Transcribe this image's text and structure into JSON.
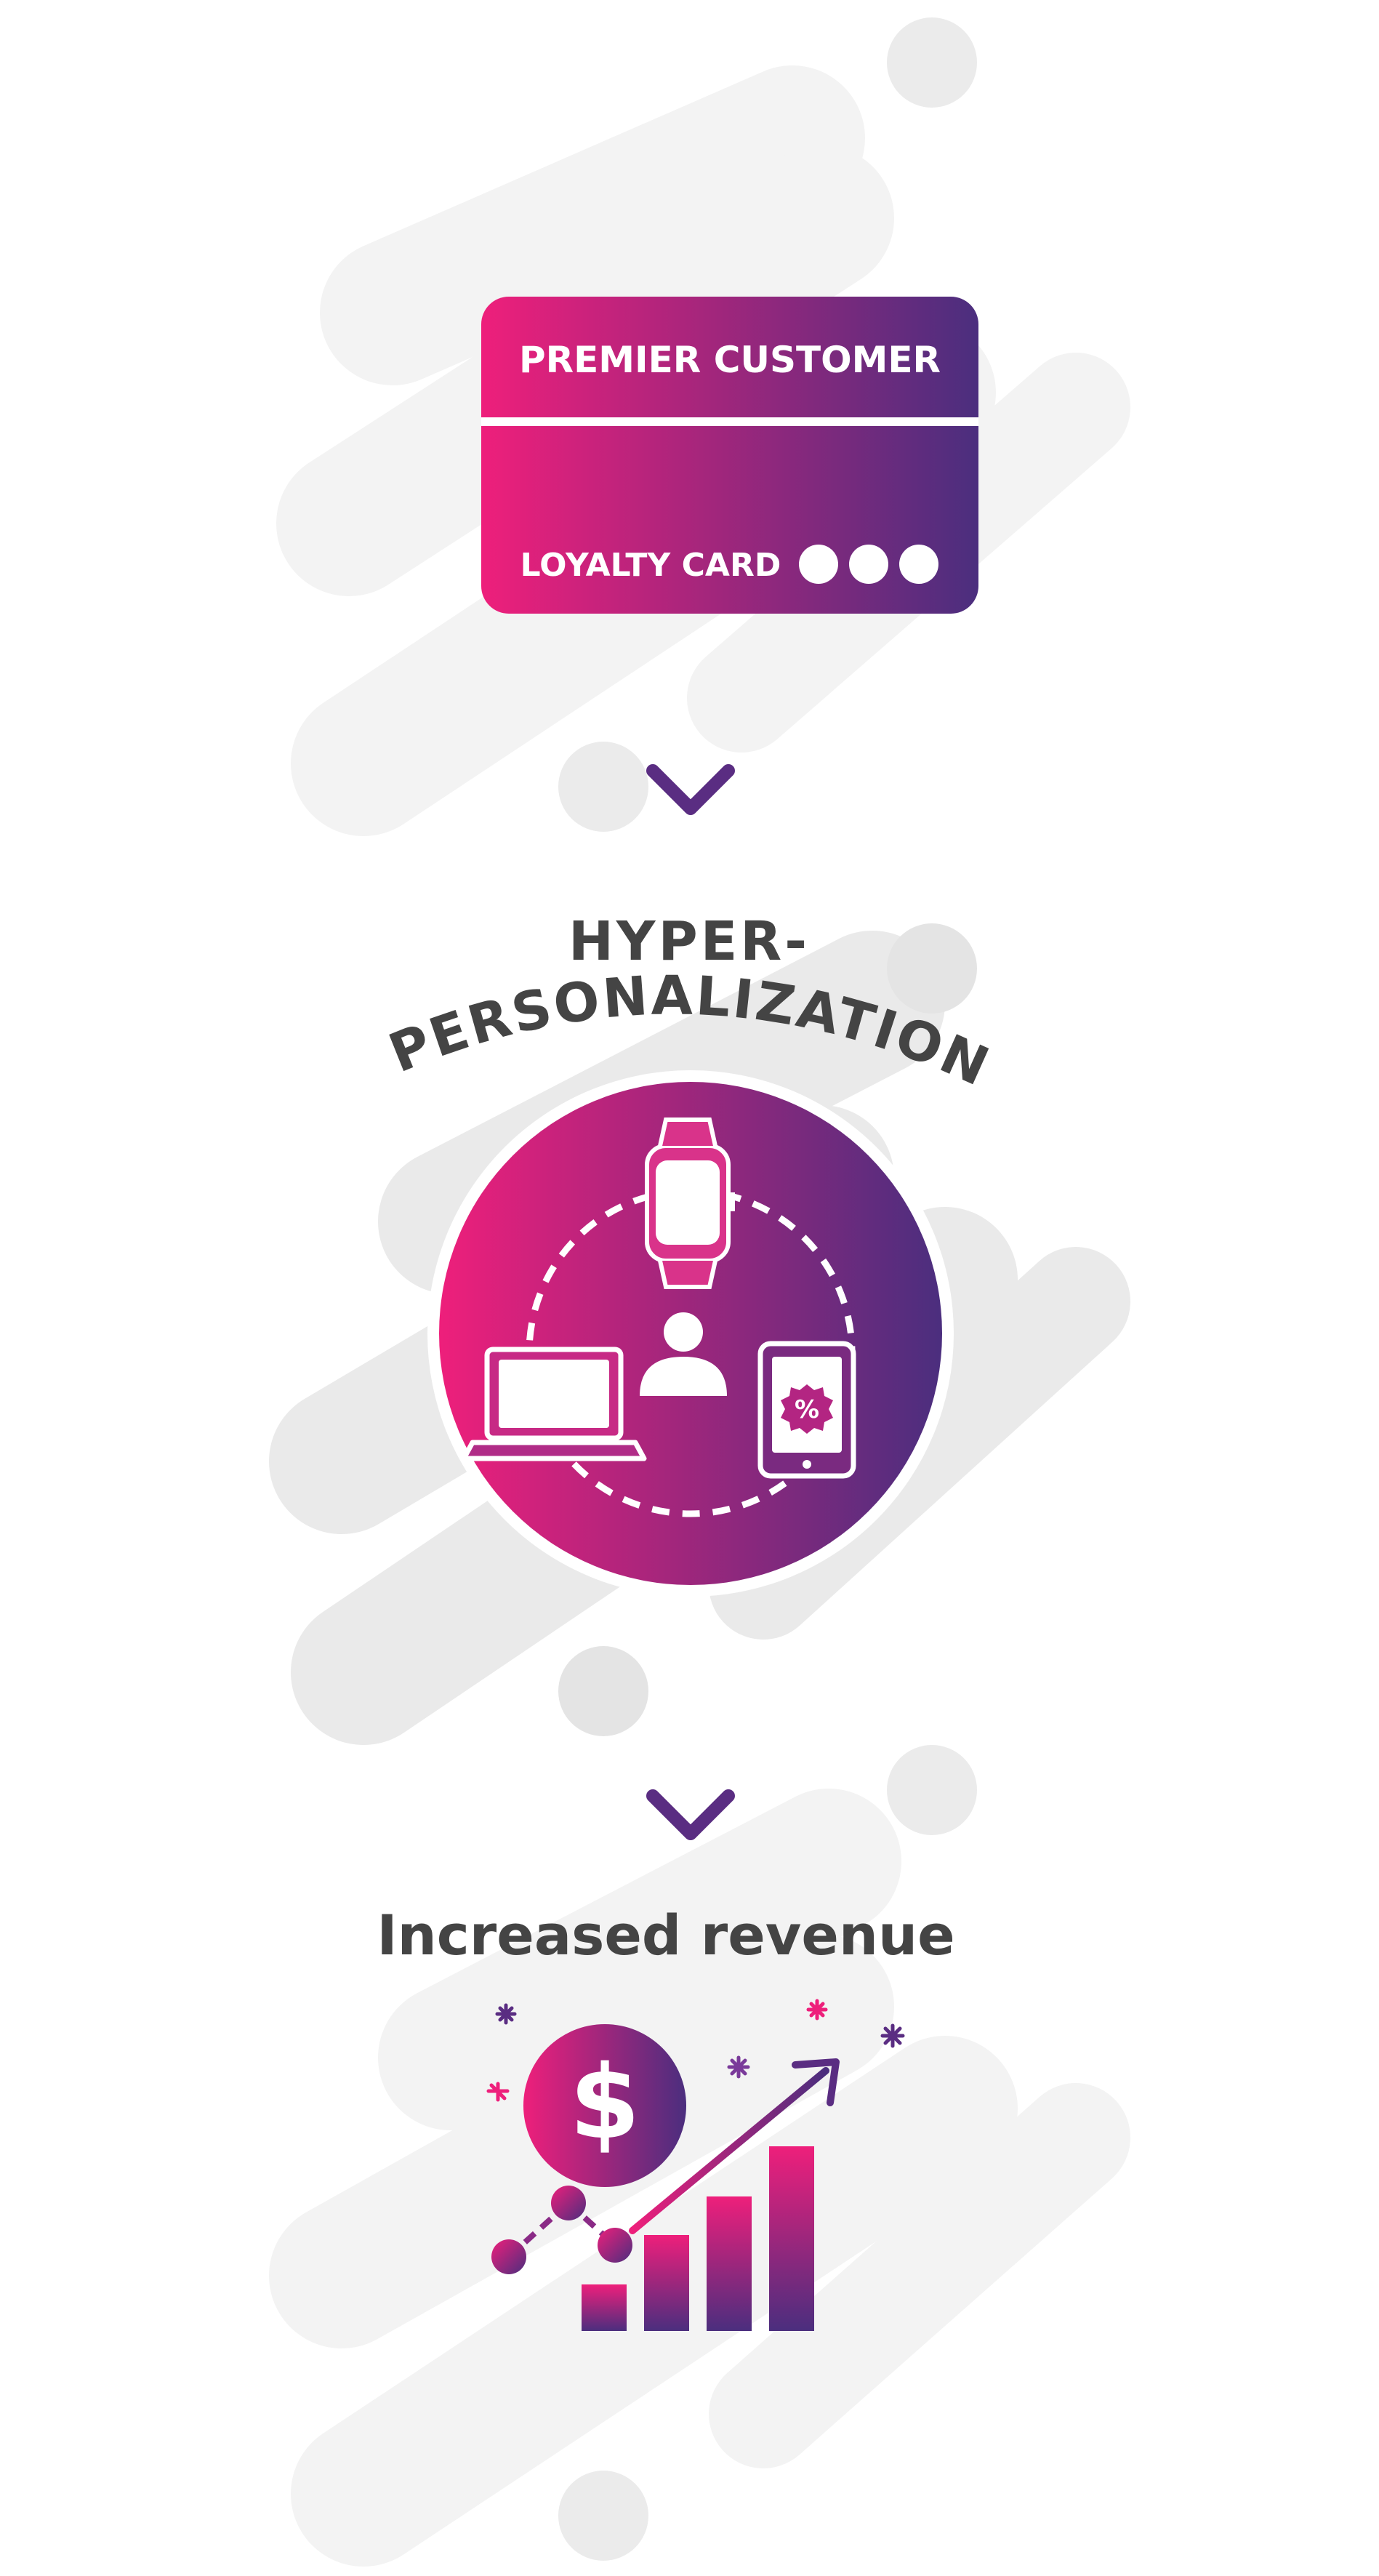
{
  "loyalty_card": {
    "top_label": "PREMIER CUSTOMER",
    "bottom_label": "LOYALTY CARD"
  },
  "step_two": {
    "title_line1": "HYPER-",
    "title_line2": "PERSONALIZATION",
    "center_icon": "user-icon",
    "devices": [
      "smartwatch-icon",
      "laptop-icon",
      "tablet-icon"
    ],
    "tablet_badge": "%"
  },
  "step_three": {
    "title": "Increased revenue",
    "coin_symbol": "$",
    "bar_levels": [
      0.25,
      0.52,
      0.73,
      1.0
    ]
  },
  "colors": {
    "gradient_start": "#ee1f7b",
    "gradient_end": "#4b2e7e",
    "heading_text": "#444444",
    "background_blob": "#f0f0f0"
  }
}
